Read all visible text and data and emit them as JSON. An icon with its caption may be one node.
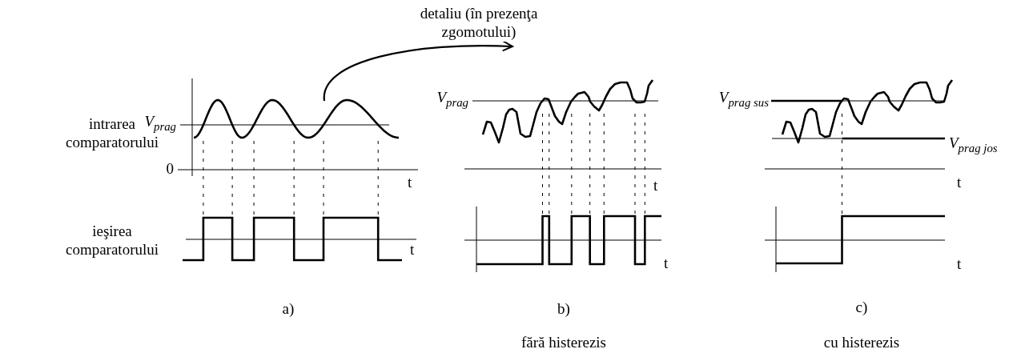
{
  "diagram": {
    "nodes": [
      {
        "text": [],
        "shape": "picture"
      },
      {
        "text": [],
        "shape": "picture"
      }
    ],
    "edges": [
      {
        "from": 0,
        "to": 1,
        "arrow": "to",
        "label": "detaliu (în prezenţa zgomotului)"
      }
    ],
    "labels": [
      "intrarea comparatorului",
      "V$_{prag}$",
      "0",
      "t",
      "ieşirea comparatorului",
      "t",
      "a)",
      "V$_{prag}$",
      "t",
      "t",
      "b)",
      "fără histerezis",
      "V$_{prag sus}$",
      "V$_{prag jos}$",
      "t",
      "t",
      "c)",
      "cu histerezis"
    ]
  }
}
